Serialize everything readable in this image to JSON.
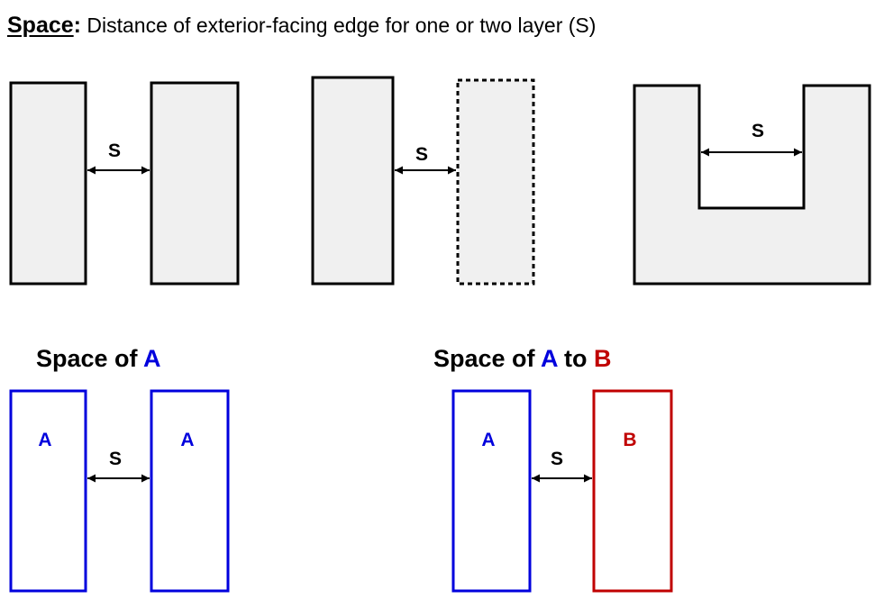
{
  "heading": {
    "term": "Space",
    "colon": ":",
    "description": "Distance of exterior-facing edge for one or two layer (S)"
  },
  "dimension_label": "S",
  "colors": {
    "outline": "#000000",
    "fill": "#f0f0f0",
    "layer_a": "#0000dd",
    "layer_b": "#c00000"
  },
  "examples": {
    "same_layer_title": {
      "prefix": "Space of ",
      "a": "A"
    },
    "two_layer_title": {
      "prefix": "Space of ",
      "a": "A",
      "mid": " to ",
      "b": "B"
    },
    "label_a": "A",
    "label_b": "B"
  }
}
